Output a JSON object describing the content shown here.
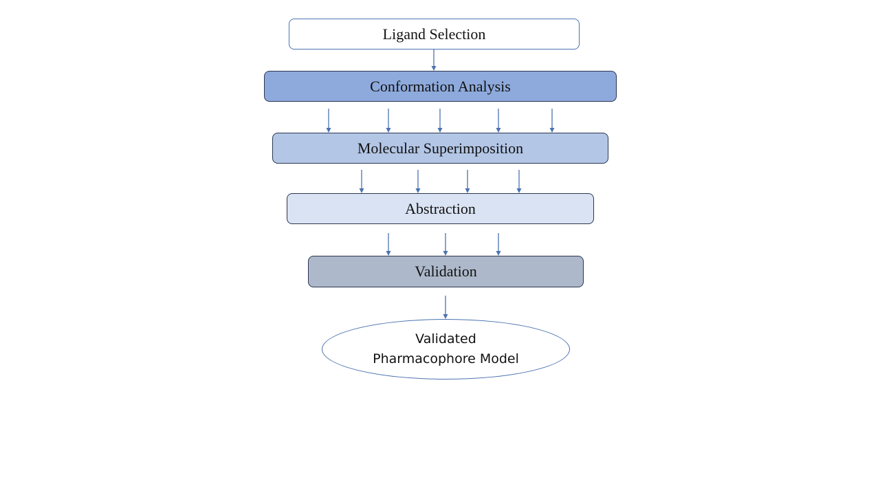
{
  "diagram": {
    "type": "flowchart",
    "steps": [
      {
        "label": "Ligand Selection"
      },
      {
        "label": "Conformation Analysis"
      },
      {
        "label": "Molecular Superimposition"
      },
      {
        "label": "Abstraction"
      },
      {
        "label": "Validation"
      }
    ],
    "result": {
      "line1": "Validated",
      "line2": "Pharmacophore Model"
    },
    "connections": [
      {
        "from": "Ligand Selection",
        "to": "Conformation Analysis",
        "count": 1
      },
      {
        "from": "Conformation Analysis",
        "to": "Molecular Superimposition",
        "count": 5
      },
      {
        "from": "Molecular Superimposition",
        "to": "Abstraction",
        "count": 4
      },
      {
        "from": "Abstraction",
        "to": "Validation",
        "count": 3
      },
      {
        "from": "Validation",
        "to": "Validated Pharmacophore Model",
        "count": 1
      }
    ],
    "colors": {
      "arrow": "#4a72b0",
      "ligand_selection": "#ffffff",
      "conformation_analysis": "#8eaadc",
      "molecular_superimposition": "#b3c6e6",
      "abstraction": "#dae3f3",
      "validation": "#adb9ca"
    }
  }
}
